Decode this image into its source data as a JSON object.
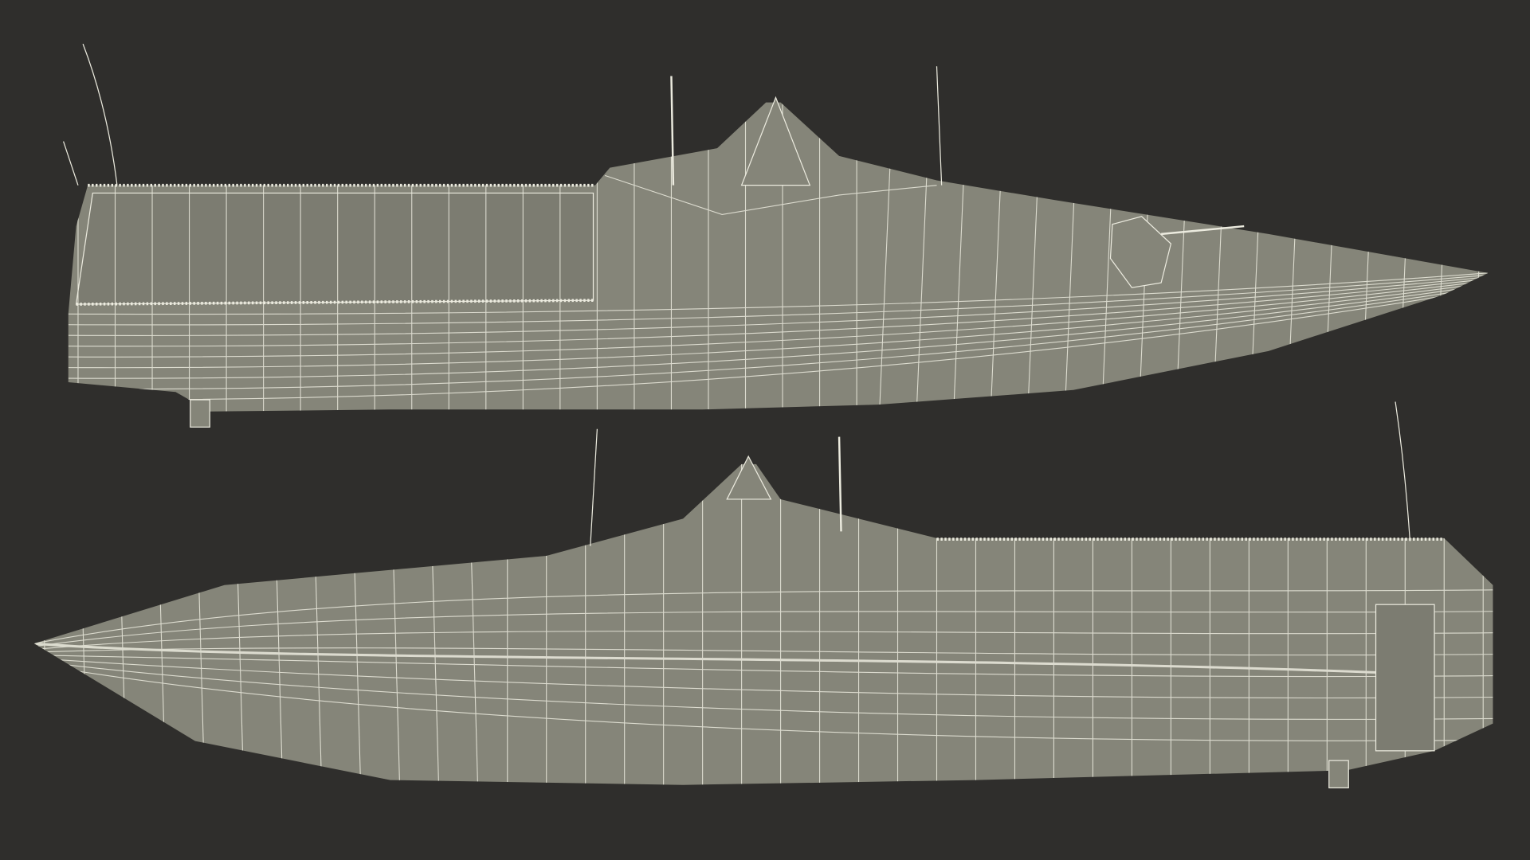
{
  "colors": {
    "background": "#2f2e2c",
    "hull": "#858579",
    "deck": "#7c7c71",
    "wire": "#ecebdf"
  },
  "render": {
    "style": "wireframe-over-shaded",
    "views": [
      "side-top-left",
      "side-bottom-right"
    ]
  }
}
